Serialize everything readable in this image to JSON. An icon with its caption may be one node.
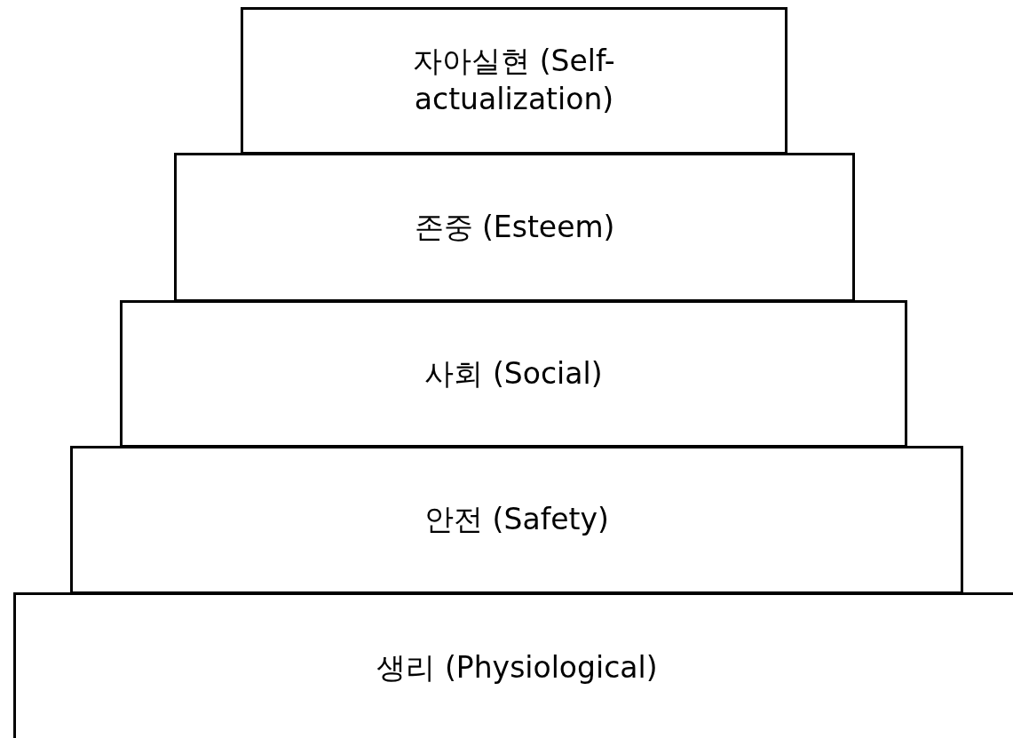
{
  "diagram": {
    "nodes": [
      {
        "text": [
          "자아실현 (Self-actualization)"
        ]
      },
      {
        "text": [
          "존중 (Esteem)"
        ]
      },
      {
        "text": [
          "사회 (Social)"
        ]
      },
      {
        "text": [
          "안전 (Safety)"
        ]
      },
      {
        "text": [
          "생리 (Physiological)"
        ]
      }
    ]
  }
}
